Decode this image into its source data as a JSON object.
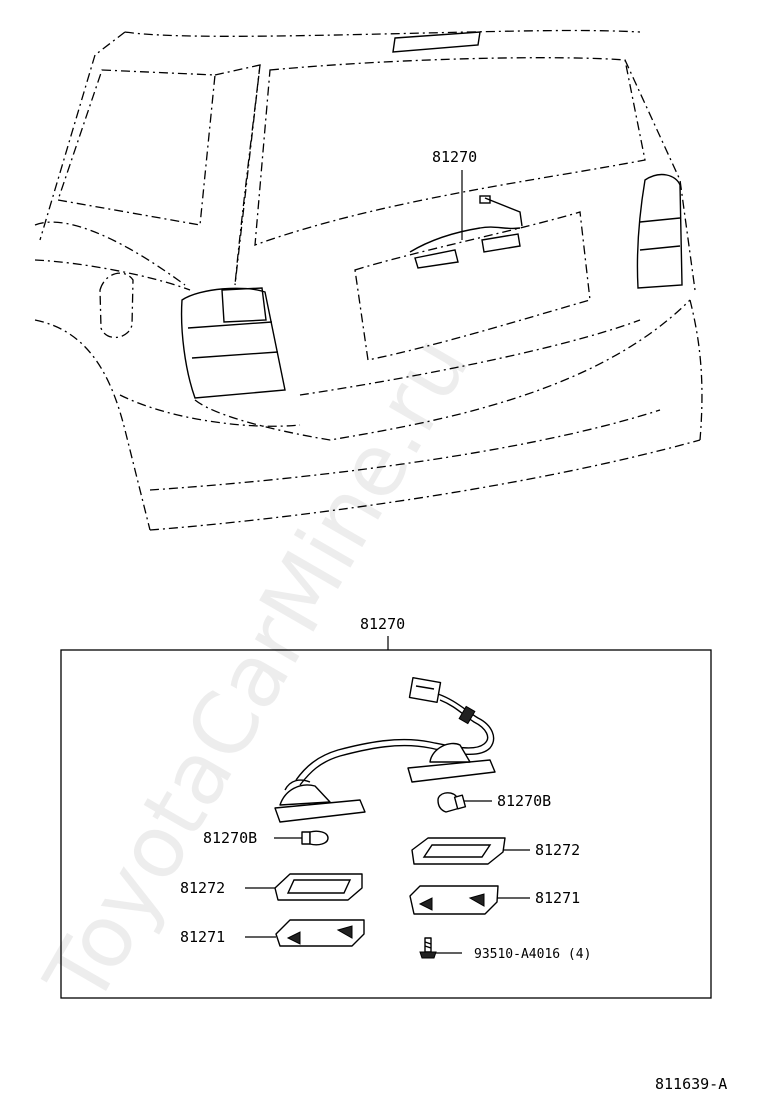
{
  "diagram": {
    "watermark": "ToyotaCarMine.ru",
    "drawing_number": "811639-A",
    "callouts": {
      "vehicle_assembly": "81270",
      "detail_box_title": "81270",
      "bulb_right": "81270B",
      "bulb_left": "81270B",
      "lens_right": "81272",
      "lens_left": "81272",
      "housing_right": "81271",
      "housing_left": "81271",
      "screw": "93510-A4016 (4)"
    }
  }
}
